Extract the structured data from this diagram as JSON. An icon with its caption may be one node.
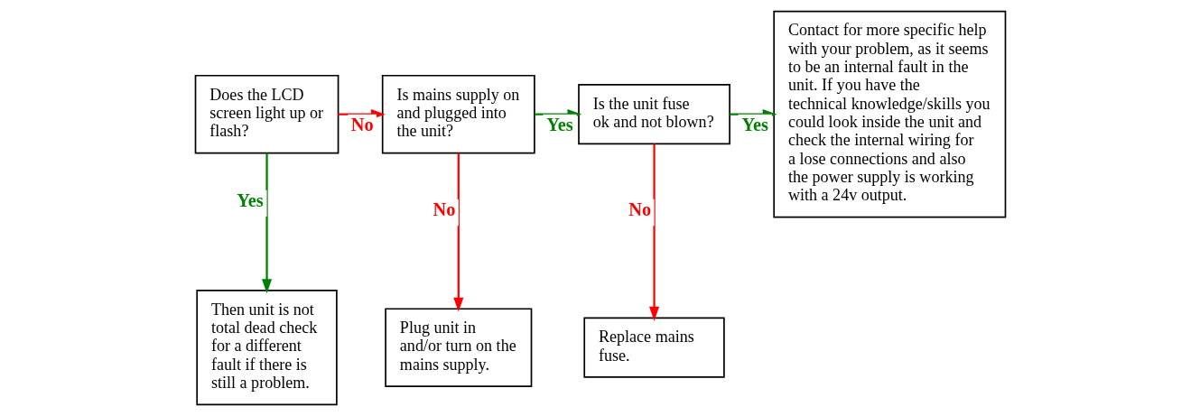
{
  "diagram": {
    "nodes": [
      {
        "text": [
          "Does the LCD screen light up or flash?"
        ]
      },
      {
        "text": [
          "Is mains supply on and plugged into the unit?"
        ]
      },
      {
        "text": [
          "Is the unit fuse ok and not blown?"
        ]
      },
      {
        "text": [
          "Contact for more specific help with your problem, as it seems to be an internal fault in the unit. If you have the technical knowledge/skills you could look inside the unit and check the internal wiring for a lose connections and also the power supply is working with a 24v output."
        ]
      },
      {
        "text": [
          "Then unit is not total dead check for a different fault if there is still a problem."
        ]
      },
      {
        "text": [
          "Plug unit in and/or turn on the mains supply."
        ]
      },
      {
        "text": [
          "Replace mains fuse."
        ]
      }
    ],
    "edges": [
      {
        "from": 0,
        "to": 1,
        "arrow": "to",
        "label": "No",
        "color": "#ff0000"
      },
      {
        "from": 1,
        "to": 2,
        "arrow": "to",
        "label": "Yes",
        "color": "#008000"
      },
      {
        "from": 2,
        "to": 3,
        "arrow": "to",
        "label": "Yes",
        "color": "#008000"
      },
      {
        "from": 0,
        "to": 4,
        "arrow": "to",
        "label": "Yes",
        "color": "#008000"
      },
      {
        "from": 1,
        "to": 5,
        "arrow": "to",
        "label": "No",
        "color": "#ff0000"
      },
      {
        "from": 2,
        "to": 6,
        "arrow": "to",
        "label": "No",
        "color": "#ff0000"
      }
    ]
  }
}
